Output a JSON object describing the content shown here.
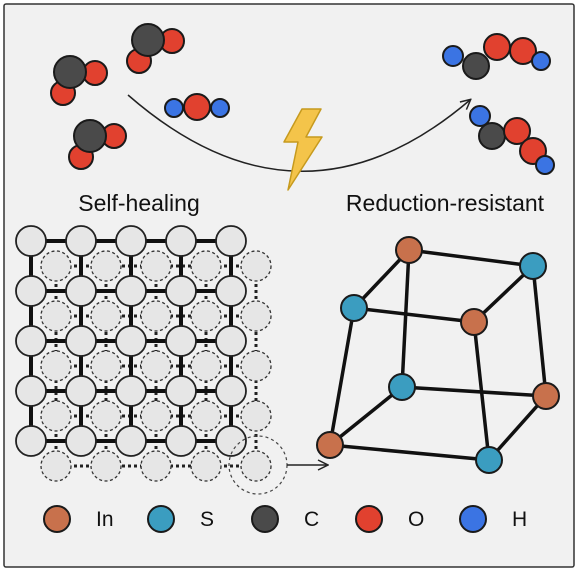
{
  "labels": {
    "left_title": "Self-healing",
    "right_title": "Reduction-resistant"
  },
  "legend": [
    {
      "symbol": "In",
      "color": "#c8714c"
    },
    {
      "symbol": "S",
      "color": "#3b9dc0"
    },
    {
      "symbol": "C",
      "color": "#4a4a4a"
    },
    {
      "symbol": "O",
      "color": "#e1412f"
    },
    {
      "symbol": "H",
      "color": "#3b74e3"
    }
  ],
  "colors": {
    "background": "#f1f1f1",
    "frame": "#333333",
    "lightning": "#f4c44a",
    "lattice_atom": "#e6e6e6"
  }
}
